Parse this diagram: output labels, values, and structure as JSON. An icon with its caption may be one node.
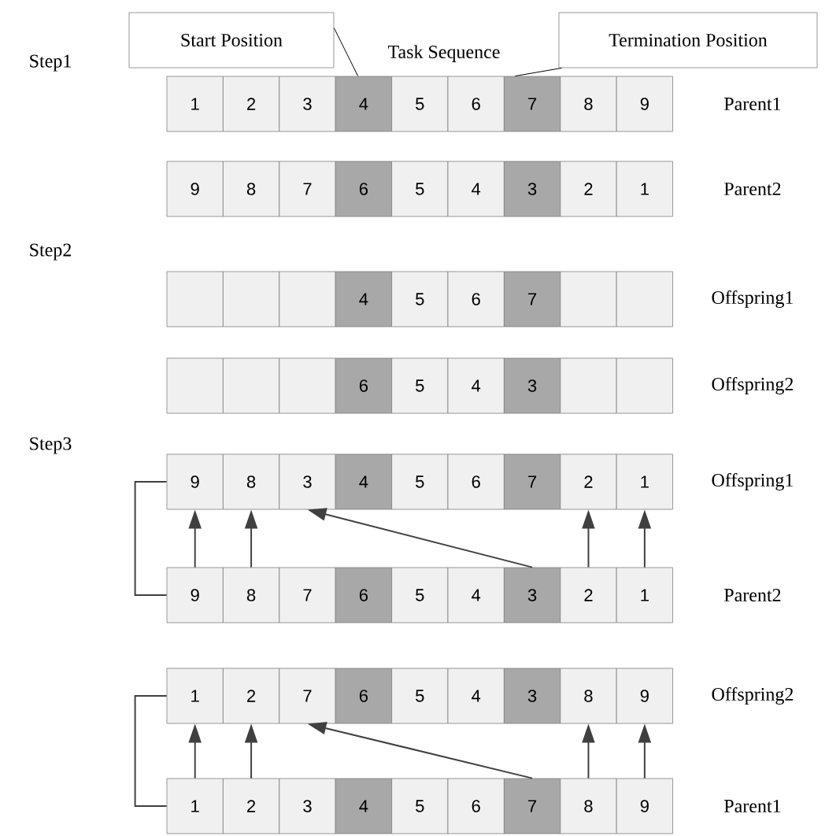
{
  "diagram": {
    "nodes": [
      {
        "text": [
          "Start Position"
        ]
      },
      {
        "text": [
          "Termination Position"
        ]
      },
      {
        "text": [
          "1"
        ]
      },
      {
        "text": [
          "2"
        ]
      },
      {
        "text": [
          "3"
        ]
      },
      {
        "text": [
          "4"
        ]
      },
      {
        "text": [
          "5"
        ]
      },
      {
        "text": [
          "6"
        ]
      },
      {
        "text": [
          "7"
        ]
      },
      {
        "text": [
          "8"
        ]
      },
      {
        "text": [
          "9"
        ]
      },
      {
        "text": [
          "9"
        ]
      },
      {
        "text": [
          "8"
        ]
      },
      {
        "text": [
          "7"
        ]
      },
      {
        "text": [
          "6"
        ]
      },
      {
        "text": [
          "5"
        ]
      },
      {
        "text": [
          "4"
        ]
      },
      {
        "text": [
          "3"
        ]
      },
      {
        "text": [
          "2"
        ]
      },
      {
        "text": [
          "1"
        ]
      },
      {
        "text": [],
        "shape": "box"
      },
      {
        "text": [],
        "shape": "box"
      },
      {
        "text": [],
        "shape": "box"
      },
      {
        "text": [
          "4"
        ]
      },
      {
        "text": [
          "5"
        ]
      },
      {
        "text": [
          "6"
        ]
      },
      {
        "text": [
          "7"
        ]
      },
      {
        "text": [],
        "shape": "box"
      },
      {
        "text": [],
        "shape": "box"
      },
      {
        "text": [],
        "shape": "box"
      },
      {
        "text": [],
        "shape": "box"
      },
      {
        "text": [],
        "shape": "box"
      },
      {
        "text": [
          "6"
        ]
      },
      {
        "text": [
          "5"
        ]
      },
      {
        "text": [
          "4"
        ]
      },
      {
        "text": [
          "3"
        ]
      },
      {
        "text": [],
        "shape": "box"
      },
      {
        "text": [],
        "shape": "box"
      },
      {
        "text": [
          "9"
        ]
      },
      {
        "text": [
          "8"
        ]
      },
      {
        "text": [
          "3"
        ]
      },
      {
        "text": [
          "4"
        ]
      },
      {
        "text": [
          "5"
        ]
      },
      {
        "text": [
          "6"
        ]
      },
      {
        "text": [
          "7"
        ]
      },
      {
        "text": [
          "2"
        ]
      },
      {
        "text": [
          "1"
        ]
      },
      {
        "text": [
          "9"
        ]
      },
      {
        "text": [
          "8"
        ]
      },
      {
        "text": [
          "7"
        ]
      },
      {
        "text": [
          "6"
        ]
      },
      {
        "text": [
          "5"
        ]
      },
      {
        "text": [
          "4"
        ]
      },
      {
        "text": [
          "3"
        ]
      },
      {
        "text": [
          "2"
        ]
      },
      {
        "text": [
          "1"
        ]
      },
      {
        "text": [
          "1"
        ]
      },
      {
        "text": [
          "2"
        ]
      },
      {
        "text": [
          "7"
        ]
      },
      {
        "text": [
          "6"
        ]
      },
      {
        "text": [
          "5"
        ]
      },
      {
        "text": [
          "4"
        ]
      },
      {
        "text": [
          "3"
        ]
      },
      {
        "text": [
          "8"
        ]
      },
      {
        "text": [
          "9"
        ]
      },
      {
        "text": [
          "1"
        ]
      },
      {
        "text": [
          "2"
        ]
      },
      {
        "text": [
          "3"
        ]
      },
      {
        "text": [
          "4"
        ]
      },
      {
        "text": [
          "5"
        ]
      },
      {
        "text": [
          "6"
        ]
      },
      {
        "text": [
          "7"
        ]
      },
      {
        "text": [
          "8"
        ]
      },
      {
        "text": [
          "9"
        ]
      }
    ],
    "edges": [
      {
        "from": 0,
        "to": 5,
        "arrow": "none"
      },
      {
        "from": 1,
        "to": 8,
        "arrow": "none"
      },
      {
        "from": 47,
        "to": 38,
        "arrow": "none"
      },
      {
        "from": 47,
        "to": 38,
        "arrow": "to"
      },
      {
        "from": 48,
        "to": 39,
        "arrow": "to"
      },
      {
        "from": 53,
        "to": 40,
        "arrow": "to"
      },
      {
        "from": 54,
        "to": 45,
        "arrow": "to"
      },
      {
        "from": 55,
        "to": 46,
        "arrow": "to"
      },
      {
        "from": 65,
        "to": 56,
        "arrow": "none"
      },
      {
        "from": 65,
        "to": 56,
        "arrow": "to"
      },
      {
        "from": 66,
        "to": 57,
        "arrow": "to"
      },
      {
        "from": 71,
        "to": 58,
        "arrow": "to"
      },
      {
        "from": 72,
        "to": 63,
        "arrow": "to"
      },
      {
        "from": 73,
        "to": 64,
        "arrow": "to"
      }
    ],
    "labels": [
      "Step1",
      "Task Sequence",
      "Parent1",
      "Parent2",
      "Step2",
      "Offspring1",
      "Offspring2",
      "Step3",
      "Offspring1",
      "Parent2",
      "Offspring2",
      "Parent1"
    ]
  }
}
